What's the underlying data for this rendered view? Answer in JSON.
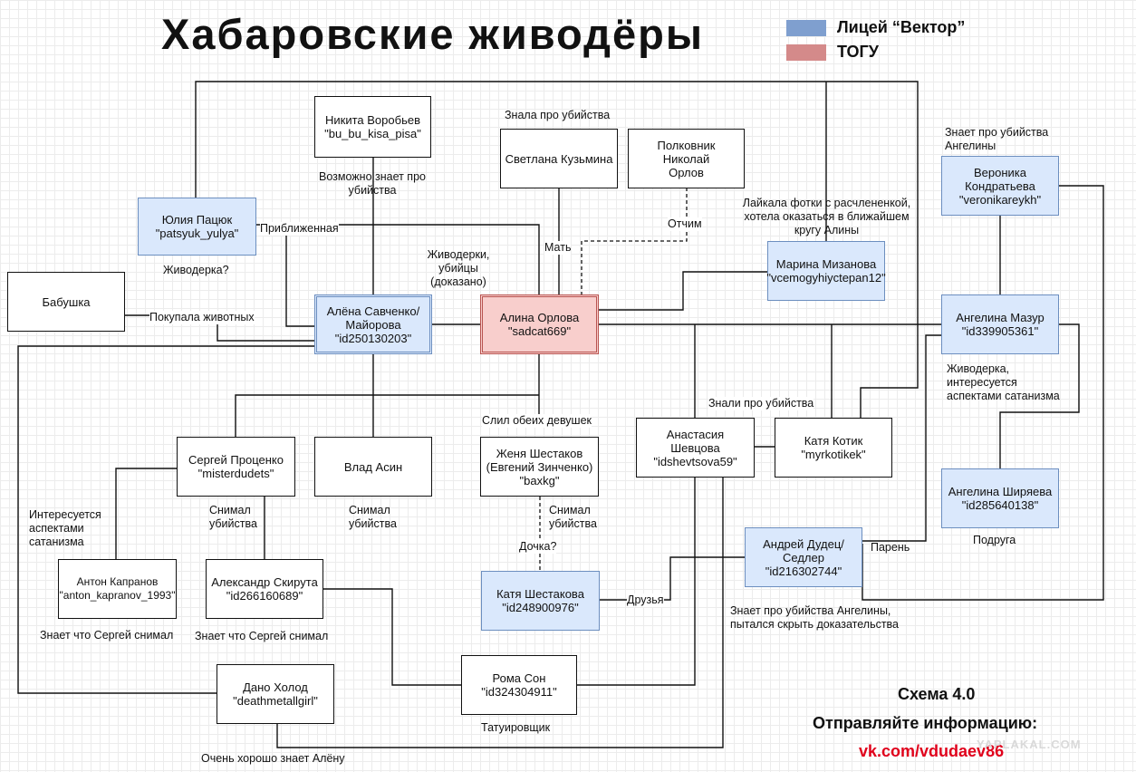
{
  "title": "Хабаровские живодёры",
  "legend": [
    {
      "label": "Лицей “Вектор”",
      "color": "#7f9fcf"
    },
    {
      "label": "ТОГУ",
      "color": "#d48a8a"
    }
  ],
  "nodes": {
    "nikita": "Никита Воробьев\n\"bu_bu_kisa_pisa\"",
    "svetlana": "Светлана Кузьмина",
    "orlov": "Полковник Николай\nОрлов",
    "veronika": "Вероника\nКондратьева\n\"veronikareykh\"",
    "yulia": "Юлия Пацюк\n\"patsyuk_yulya\"",
    "marina": "Марина Мизанова\n\"vcemogyhiyctepan12\"",
    "babushka": "Бабушка",
    "alena": "Алёна Савченко/\nМайорова\n\"id250130203\"",
    "alina": "Алина Орлова\n\"sadcat669\"",
    "mazur": "Ангелина Мазур\n\"id339905361\"",
    "anastasia": "Анастасия Шевцова\n\"idshevtsova59\"",
    "kotik": "Катя Котик\n\"myrkotikek\"",
    "sergey": "Сергей Проценко\n\"misterdudets\"",
    "vlad": "Влад Асин",
    "zhenya": "Женя Шестаков\n(Евгений Зинченко)\n\"baxkg\"",
    "shiryaeva": "Ангелина Ширяева\n\"id285640138\"",
    "andrey": "Андрей Дудец/\nСедлер\n\"id216302744\"",
    "anton": "Антон Капранов\n\"anton_kapranov_1993\"",
    "skiruta": "Александр Скирута\n\"id266160689\"",
    "shestakova": "Катя Шестакова\n\"id248900976\"",
    "dano": "Дано Холод\n\"deathmetallgirl\"",
    "roma": "Рома Сон\n\"id324304911\""
  },
  "labels": {
    "znala": "Знала про убийства",
    "vozmozhno": "Возможно знает про\nубийства",
    "znaet_angeliny": "Знает про убийства\nАнгелины",
    "layk": "Лайкала фотки с расчлененкой,\nхотела оказаться в ближайшем\nкругу Алины",
    "otchim": "Отчим",
    "mat": "Мать",
    "priblizh": "Приближенная",
    "zhivoderki": "Живодерки,\nубийцы\n(доказано)",
    "zhivoderka_q": "Живодерка?",
    "pokupala": "Покупала животных",
    "zhivoderka_satan": "Живодерка,\nинтересуется\nаспектами сатанизма",
    "znali": "Знали про убийства",
    "slil": "Слил обеих девушек",
    "interes": "Интересуется\nаспектами\nсатанизма",
    "snimal1": "Снимал\nубийства",
    "snimal2": "Снимал\nубийства",
    "snimal3": "Снимал\nубийства",
    "dochka": "Дочка?",
    "paren": "Парень",
    "podruga": "Подруга",
    "druzya": "Друзья",
    "znaet_skryt": "Знает про убийства Ангелины,\nпытался скрыть доказательства",
    "znaet_sergey1": "Знает что Сергей снимал",
    "znaet_sergey2": "Знает что Сергей снимал",
    "tatu": "Татуировщик",
    "horosho": "Очень хорошо знает Алёну"
  },
  "footer": {
    "version": "Схема 4.0",
    "send": "Отправляйте информацию:",
    "link": "vk.com/vdudaev86",
    "link_color": "#e0001b"
  },
  "watermark": "YAPLAKAL.COM"
}
